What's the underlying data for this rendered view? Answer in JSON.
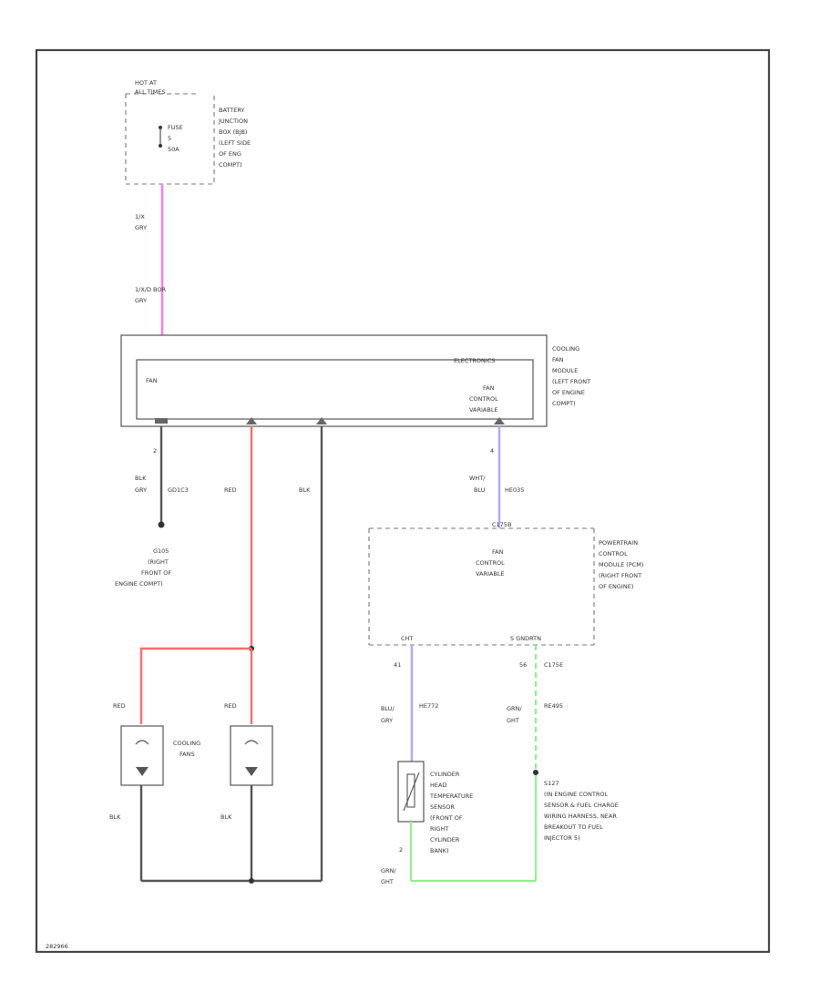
{
  "fuse_block": {
    "hot_line1": "HOT AT",
    "hot_line2": "ALL TIMES",
    "fuse_label": "FUSE",
    "fuse_number": "5",
    "fuse_rating": "50A",
    "desc": [
      "BATTERY",
      "JUNCTION",
      "BOX (BJB)",
      "(LEFT SIDE",
      "OF ENG",
      "COMPT)"
    ]
  },
  "wire_top": {
    "upper_code": "1/X",
    "upper_color": "GRY",
    "lower_code": "1/X/D BOR",
    "lower_color": "GRY"
  },
  "fan_module": {
    "inner_title": "ELECTRONICS",
    "fan_label": "FAN",
    "control_line1": "FAN",
    "control_line2": "CONTROL",
    "control_line3": "VARIABLE",
    "desc": [
      "COOLING",
      "FAN",
      "MODULE",
      "(LEFT FRONT",
      "OF ENGINE",
      "COMPT)"
    ]
  },
  "ground_wire": {
    "pin": "2",
    "color1": "BLK",
    "color2": "GRY",
    "circuit": "GD1C3",
    "ground_id": "G105",
    "ground_desc": [
      "(RIGHT",
      "FRONT OF",
      "ENGINE COMPT)"
    ]
  },
  "mid_wires": {
    "red_label": "RED",
    "blk_label": "BLK"
  },
  "control_wire": {
    "pin": "4",
    "color1": "WHT/",
    "color2": "BLU",
    "circuit": "HE035"
  },
  "pcm": {
    "top_pin": "C175B",
    "line1": "FAN",
    "line2": "CONTROL",
    "line3": "VARIABLE",
    "desc": [
      "POWERTRAIN",
      "CONTROL",
      "MODULE (PCM)",
      "(RIGHT FRONT",
      "OF ENGINE)"
    ],
    "left_tag": "CHT",
    "right_tag": "S GNDRTN",
    "left_pin": "41",
    "right_pin": "56",
    "right_conn": "C175E"
  },
  "cht_wire": {
    "color1": "BLU/",
    "color2": "GRY",
    "circuit": "HE772"
  },
  "ret_wire": {
    "color1": "GRN/",
    "color2": "GHT",
    "circuit": "RE495"
  },
  "splice": {
    "id": "S127",
    "desc": [
      "(IN ENGINE CONTROL",
      "SENSOR & FUEL CHARGE",
      "WIRING HARNESS, NEAR",
      "BREAKOUT TO FUEL",
      "INJECTOR 5)"
    ]
  },
  "cht_sensor": {
    "desc": [
      "CYLINDER",
      "HEAD",
      "TEMPERATURE",
      "SENSOR",
      "(FRONT OF",
      "RIGHT",
      "CYLINDER",
      "BANK)"
    ],
    "pin": "2",
    "wire_color1": "GRN/",
    "wire_color2": "GHT"
  },
  "fans": {
    "label1": "COOLING",
    "label2": "FANS",
    "left_wire_top": "RED",
    "right_wire_top": "RED",
    "left_wire_bottom": "BLK",
    "right_wire_bottom": "BLK"
  },
  "footer_code": "282966"
}
